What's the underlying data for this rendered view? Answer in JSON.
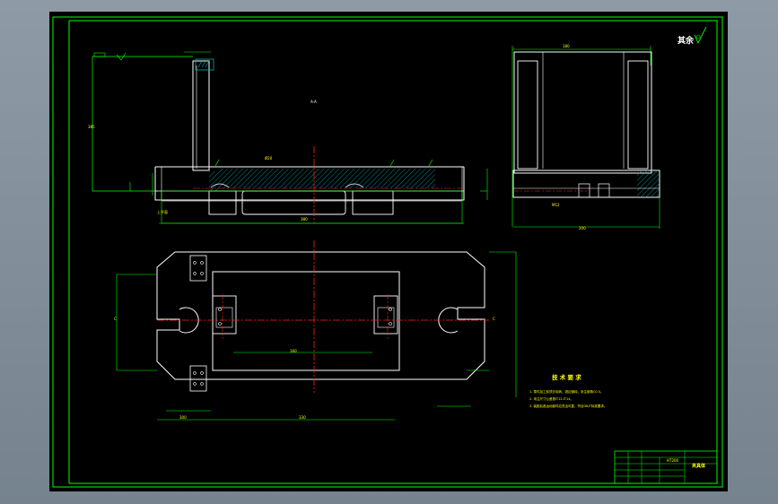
{
  "colors": {
    "background": "#000000",
    "frame": "#00ff00",
    "outline": "#ffffff",
    "centerline": "#ff2020",
    "hatch": "#00b0b0",
    "dimension": "#00ff00",
    "annotation": "#ffff00"
  },
  "section_label": "A-A",
  "surface_note": "其余",
  "tech_requirements": {
    "title": "技 术 要 求",
    "items": [
      "1. 零件加工前须去毛刺，锐边倒钝，未注倒角C0.5。",
      "2. 未注尺寸公差按IT12-IT14。",
      "3. 装配后各运动部件应灵活可靠，符合GB/T标准要求。"
    ]
  },
  "title_block": {
    "drawing_name": "夹具体",
    "material": "HT200"
  }
}
